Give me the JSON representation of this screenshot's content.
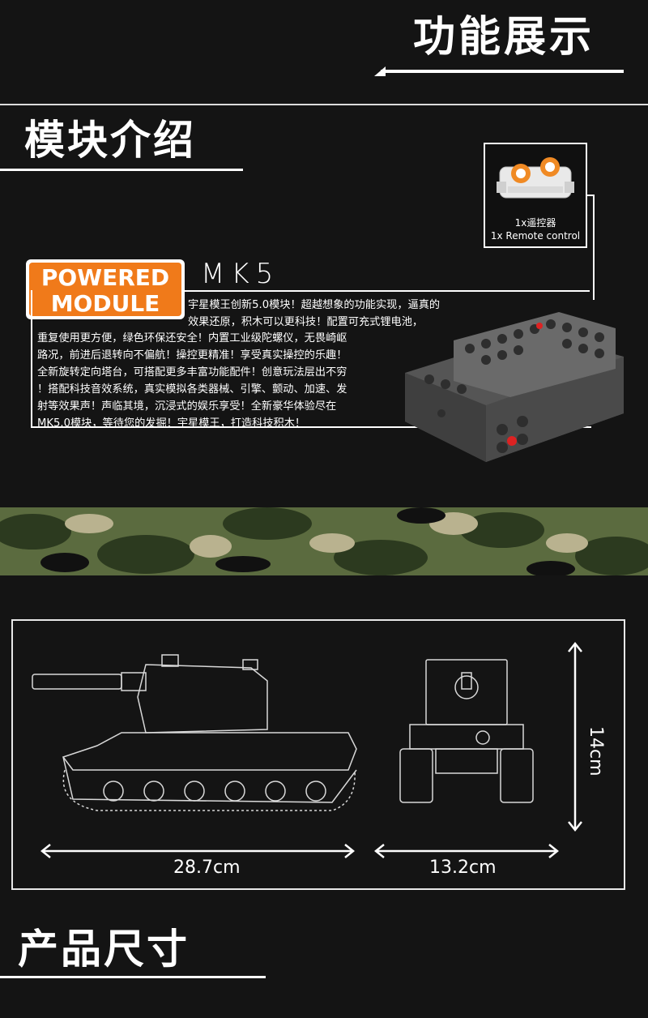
{
  "header": {
    "title": "功能展示"
  },
  "module_intro": {
    "title": "模块介绍",
    "badge_line1": "POWERED",
    "badge_line2": "MODULE",
    "model": "MK5",
    "description_lines": [
      "宇星模王创新5.0模块！超越想象的功能实现，逼真的",
      "效果还原，积木可以更科技！配置可充式锂电池，",
      "重复使用更方便，绿色环保还安全！内置工业级陀螺仪，无畏崎岖",
      "路况，前进后退转向不偏航！操控更精准！享受真实操控的乐趣！",
      "全新旋转定向塔台，可搭配更多丰富功能配件！创意玩法层出不穷",
      "！搭配科技音效系统，真实模拟各类器械、引擎、颤动、加速、发",
      "射等效果声！声临其境，沉浸式的娱乐享受！全新豪华体验尽在",
      "MK5.0模块，等待您的发掘！宇星模王，打造科技积木！"
    ]
  },
  "remote": {
    "label_cn": "1x遥控器",
    "label_en": "1x Remote control"
  },
  "dimensions": {
    "length": "28.7cm",
    "width": "13.2cm",
    "height": "14cm"
  },
  "size_section": {
    "title": "产品尺寸"
  },
  "colors": {
    "background": "#141414",
    "accent_orange": "#f07a1a",
    "camo_green": "#3d4a2c"
  }
}
